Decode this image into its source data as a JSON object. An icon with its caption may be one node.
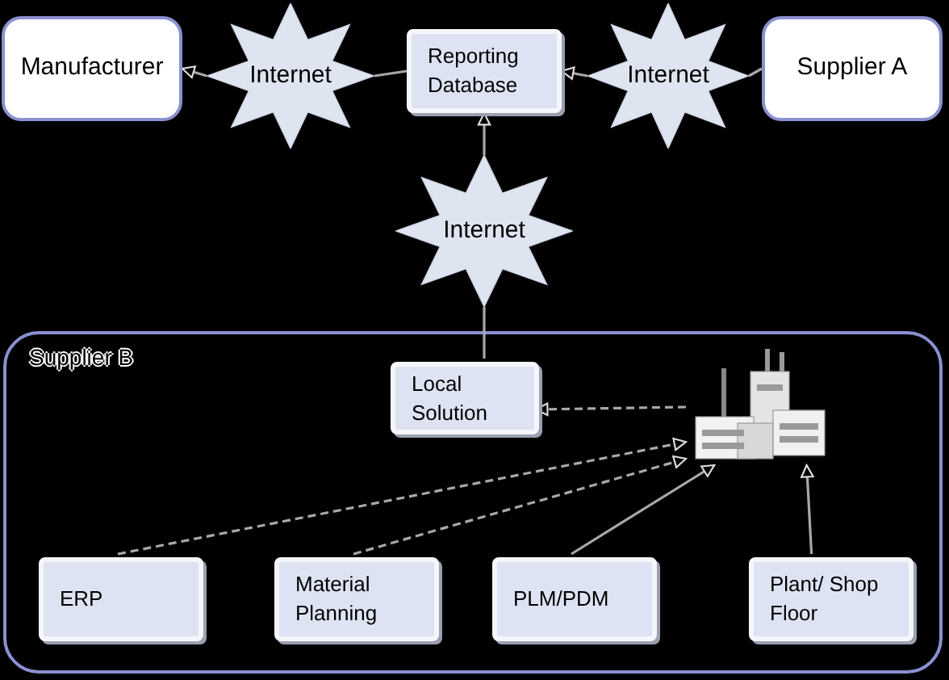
{
  "diagram": {
    "nodes": [
      {
        "text": [
          "Manufacturer"
        ]
      },
      {
        "text": [
          "Internet"
        ]
      },
      {
        "text": [
          "Reporting Database"
        ]
      },
      {
        "text": [
          "Internet"
        ]
      },
      {
        "text": [
          "Supplier A"
        ]
      },
      {
        "text": [
          "Internet"
        ]
      },
      {
        "text": [
          "Supplier B"
        ]
      },
      {
        "text": [
          "Local Solution"
        ],
        "in": 6
      },
      {
        "text": [],
        "shape": "picture",
        "in": 6
      },
      {
        "text": [
          "ERP"
        ],
        "in": 6
      },
      {
        "text": [
          "Material Planning"
        ],
        "in": 6
      },
      {
        "text": [
          "PLM/PDM"
        ],
        "in": 6
      },
      {
        "text": [
          "Plant/ Shop Floor"
        ],
        "in": 6
      }
    ],
    "edges": [
      {
        "from": 2,
        "to": 1,
        "arrow": "none"
      },
      {
        "from": 1,
        "to": 0,
        "arrow": "to"
      },
      {
        "from": 4,
        "to": 3,
        "arrow": "none"
      },
      {
        "from": 3,
        "to": 2,
        "arrow": "to"
      },
      {
        "from": 7,
        "to": 5,
        "arrow": "none"
      },
      {
        "from": 5,
        "to": 2,
        "arrow": "to"
      },
      {
        "from": 8,
        "to": 7,
        "arrow": "to",
        "style": "dashed"
      },
      {
        "from": 9,
        "to": 8,
        "arrow": "to",
        "style": "dashed"
      },
      {
        "from": 10,
        "to": 8,
        "arrow": "to",
        "style": "dashed"
      },
      {
        "from": 11,
        "to": 8,
        "arrow": "to"
      },
      {
        "from": 12,
        "to": 8,
        "arrow": "to"
      }
    ]
  }
}
